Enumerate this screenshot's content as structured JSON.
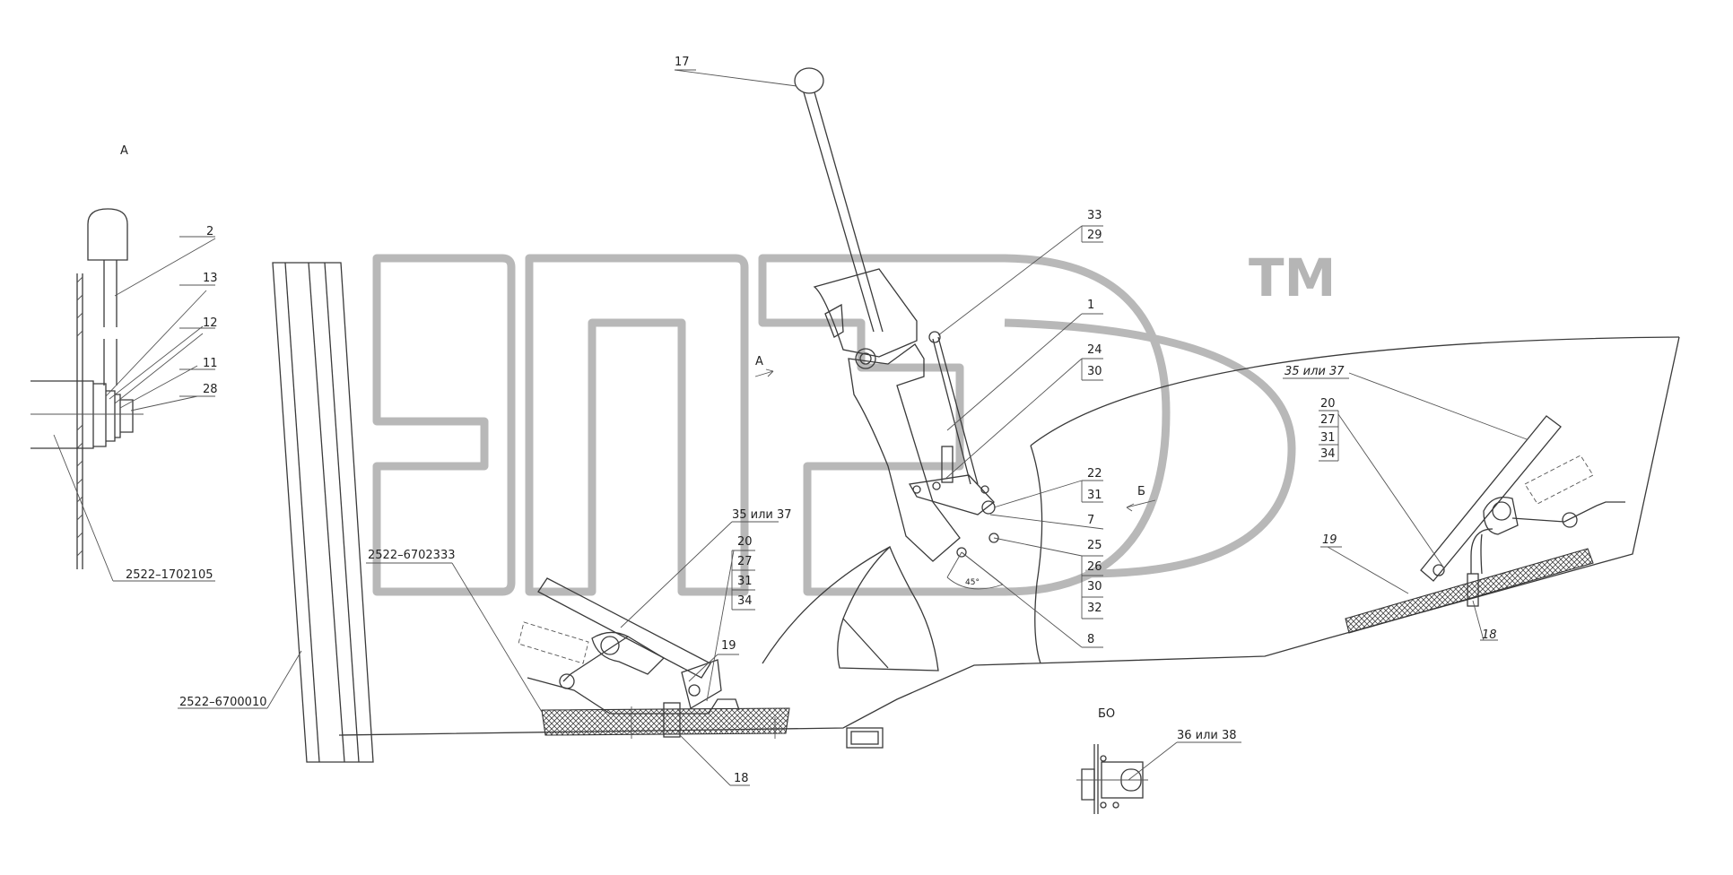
{
  "watermark": {
    "trademark": "TM"
  },
  "views": {
    "view_a": "А",
    "view_a_arrow": "А",
    "view_b_arrow": "Б",
    "view_bo": "БО"
  },
  "callouts": {
    "c17": "17",
    "c2": "2",
    "c13": "13",
    "c12": "12",
    "c11": "11",
    "c28": "28",
    "c33": "33",
    "c29": "29",
    "c1": "1",
    "c24": "24",
    "c30a": "30",
    "c22": "22",
    "c31a": "31",
    "c7": "7",
    "c25": "25",
    "c26": "26",
    "c30b": "30",
    "c32": "32",
    "c8": "8",
    "c35_37_left": "35  или 37",
    "c20_left": "20",
    "c27_left": "27",
    "c31_left": "31",
    "c34_left": "34",
    "c19_left": "19",
    "c18_left": "18",
    "c35_37_right": "35 или 37",
    "c20_right": "20",
    "c27_right": "27",
    "c31_right": "31",
    "c34_right": "34",
    "c19_right": "19",
    "c18_right": "18",
    "c36_38": "36  или  38",
    "angle": "45°"
  },
  "part_numbers": {
    "p1702105": "2522–1702105",
    "p6702333": "2522–6702333",
    "p6700010": "2522–6700010"
  }
}
